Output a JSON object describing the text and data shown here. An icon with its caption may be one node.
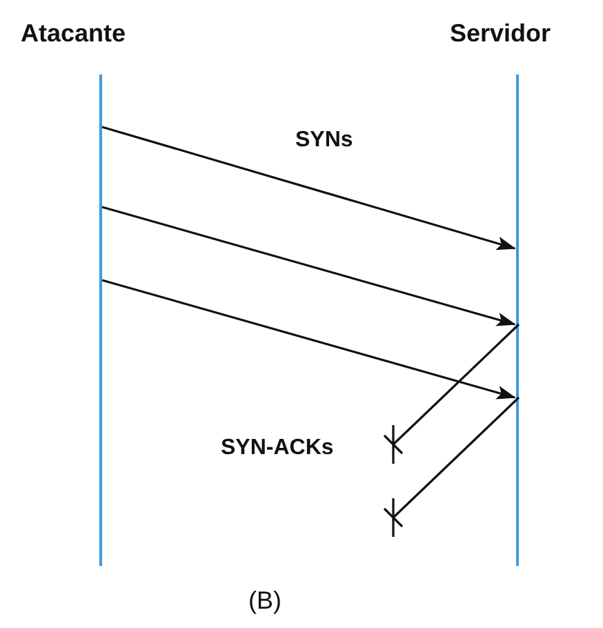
{
  "diagram": {
    "caption": "(B)",
    "nodes": [
      {
        "text": [
          "Atacante"
        ]
      },
      {
        "text": [
          "Servidor"
        ]
      }
    ],
    "edges": [
      {
        "from": 0,
        "to": 1,
        "arrow": "to",
        "label": "SYNs"
      },
      {
        "from": 0,
        "to": 1,
        "arrow": "to"
      },
      {
        "from": 0,
        "to": 1,
        "arrow": "to"
      },
      {
        "from": 1,
        "to": null,
        "arrow": "other",
        "label": "SYN-ACKs"
      },
      {
        "from": 1,
        "to": null,
        "arrow": "other"
      }
    ]
  }
}
